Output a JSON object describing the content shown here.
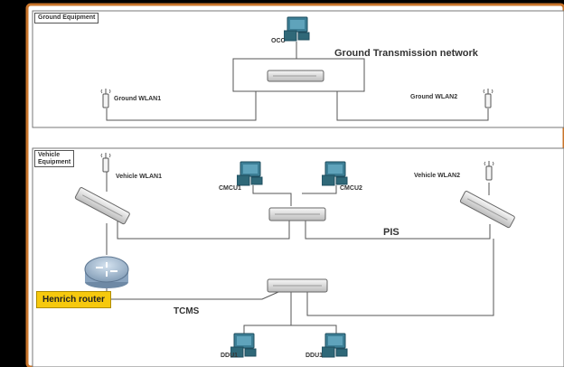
{
  "ground_section": {
    "title": "Ground Equipment",
    "occ_label": "OCC",
    "network_label": "Ground Transmission network",
    "wlan1_label": "Ground WLAN1",
    "wlan2_label": "Ground WLAN2"
  },
  "vehicle_section": {
    "title_line1": "Vehicle",
    "title_line2": "Equipment",
    "wlan1_label": "Vehicle WLAN1",
    "wlan2_label": "Vehicle WLAN2",
    "cmcu1_label": "CMCU1",
    "cmcu2_label": "CMCU2",
    "pis_label": "PIS",
    "router_label": "Henrich router",
    "tcms_label": "TCMS",
    "ddu1_label": "DDU1",
    "ddu2_label": "DDU1"
  },
  "colors": {
    "frame_border": "#c8742a",
    "router_highlight": "#f6c90e",
    "switch_fill": "#e8e8e8",
    "computer_fill": "#3d7f96"
  },
  "icons": {
    "antenna": "antenna-icon",
    "switch": "network-switch-icon",
    "computer": "computer-icon",
    "router": "router-icon"
  }
}
